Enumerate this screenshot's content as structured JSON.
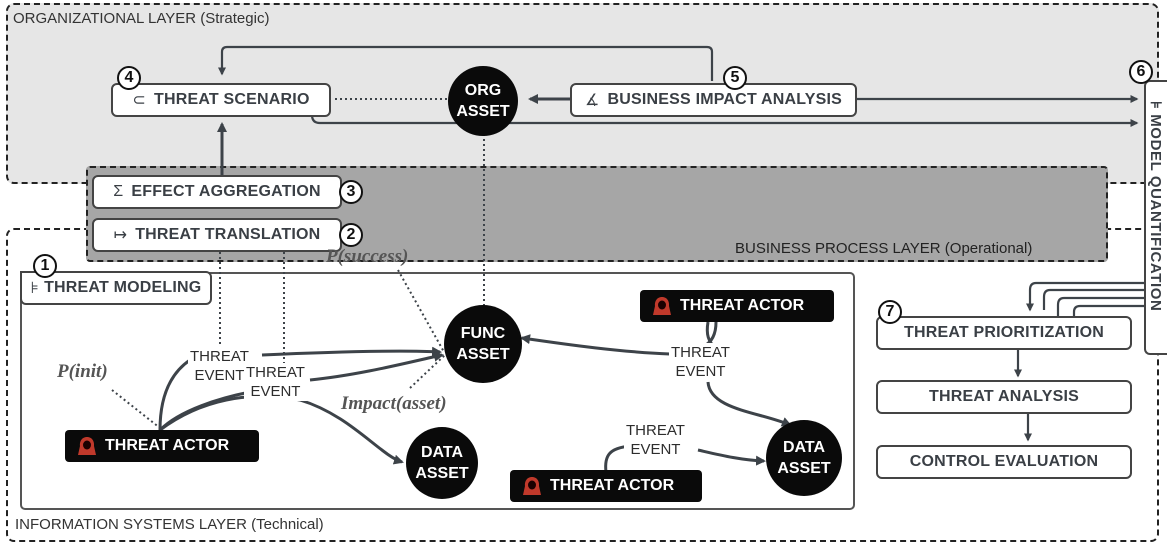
{
  "layers": {
    "org": "ORGANIZATIONAL LAYER (Strategic)",
    "bp": "BUSINESS PROCESS LAYER (Operational)",
    "is": "INFORMATION SYSTEMS LAYER (Technical)"
  },
  "steps": {
    "n1": "1",
    "n2": "2",
    "n3": "3",
    "n4": "4",
    "n5": "5",
    "n6": "6",
    "n7": "7"
  },
  "boxes": {
    "threat_scenario": {
      "symbol": "⊂",
      "label": "THREAT SCENARIO"
    },
    "business_impact": {
      "symbol": "∡",
      "label": "BUSINESS IMPACT ANALYSIS"
    },
    "effect_aggregation": {
      "symbol": "Σ",
      "label": "EFFECT AGGREGATION"
    },
    "threat_translation": {
      "symbol": "↦",
      "label": "THREAT TRANSLATION"
    },
    "threat_modeling": {
      "symbol": "⊧",
      "label": "THREAT MODELING"
    },
    "model_quantification": {
      "symbol": "⊧",
      "label": "MODEL QUANTIFICATION"
    },
    "threat_prioritization": "THREAT PRIORITIZATION",
    "threat_analysis": "THREAT ANALYSIS",
    "control_evaluation": "CONTROL EVALUATION"
  },
  "assets": {
    "org": {
      "l1": "ORG",
      "l2": "ASSET"
    },
    "func": {
      "l1": "FUNC",
      "l2": "ASSET"
    },
    "data1": {
      "l1": "DATA",
      "l2": "ASSET"
    },
    "data2": {
      "l1": "DATA",
      "l2": "ASSET"
    }
  },
  "actors": {
    "a1": "THREAT ACTOR",
    "a2": "THREAT ACTOR",
    "a3": "THREAT ACTOR"
  },
  "events": {
    "line1": "THREAT",
    "line2": "EVENT"
  },
  "probabilities": {
    "success": "P(success)",
    "init": "P(init)",
    "impact": "Impact(asset)"
  },
  "colors": {
    "org_layer_bg": "#e6e6e6",
    "bp_layer_bg": "#a6a6a6",
    "asset_fill": "#0a0a0a",
    "actor_icon": "#c0392b",
    "edge": "#3d4349"
  },
  "icons": {
    "actor": "hooded-hacker-icon"
  }
}
